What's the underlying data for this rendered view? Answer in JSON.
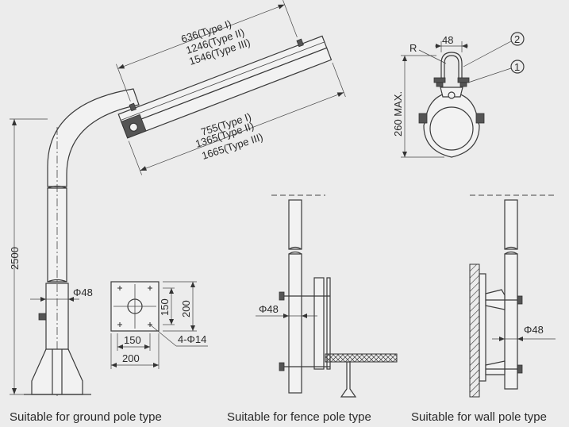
{
  "dimensions": {
    "top_type1": "636(Type I)",
    "top_type2": "1246(Type II)",
    "top_type3": "1546(Type III)",
    "bot_type1": "755(Type I)",
    "bot_type2": "1365(Type II)",
    "bot_type3": "1665(Type III)",
    "pole_height": "2500",
    "pole_dia": "Φ48",
    "base_150_v": "150",
    "base_200_v": "200",
    "base_150_h": "150",
    "base_200_h": "200",
    "holes": "4-Φ14",
    "clamp_width": "48",
    "clamp_radius": "R",
    "clamp_height": "260 MAX.",
    "callout_1": "1",
    "callout_2": "2",
    "fence_dia": "Φ48",
    "wall_dia": "Φ48"
  },
  "captions": {
    "ground": "Suitable for ground pole type",
    "fence": "Suitable for fence pole type",
    "wall": "Suitable for wall pole type"
  }
}
